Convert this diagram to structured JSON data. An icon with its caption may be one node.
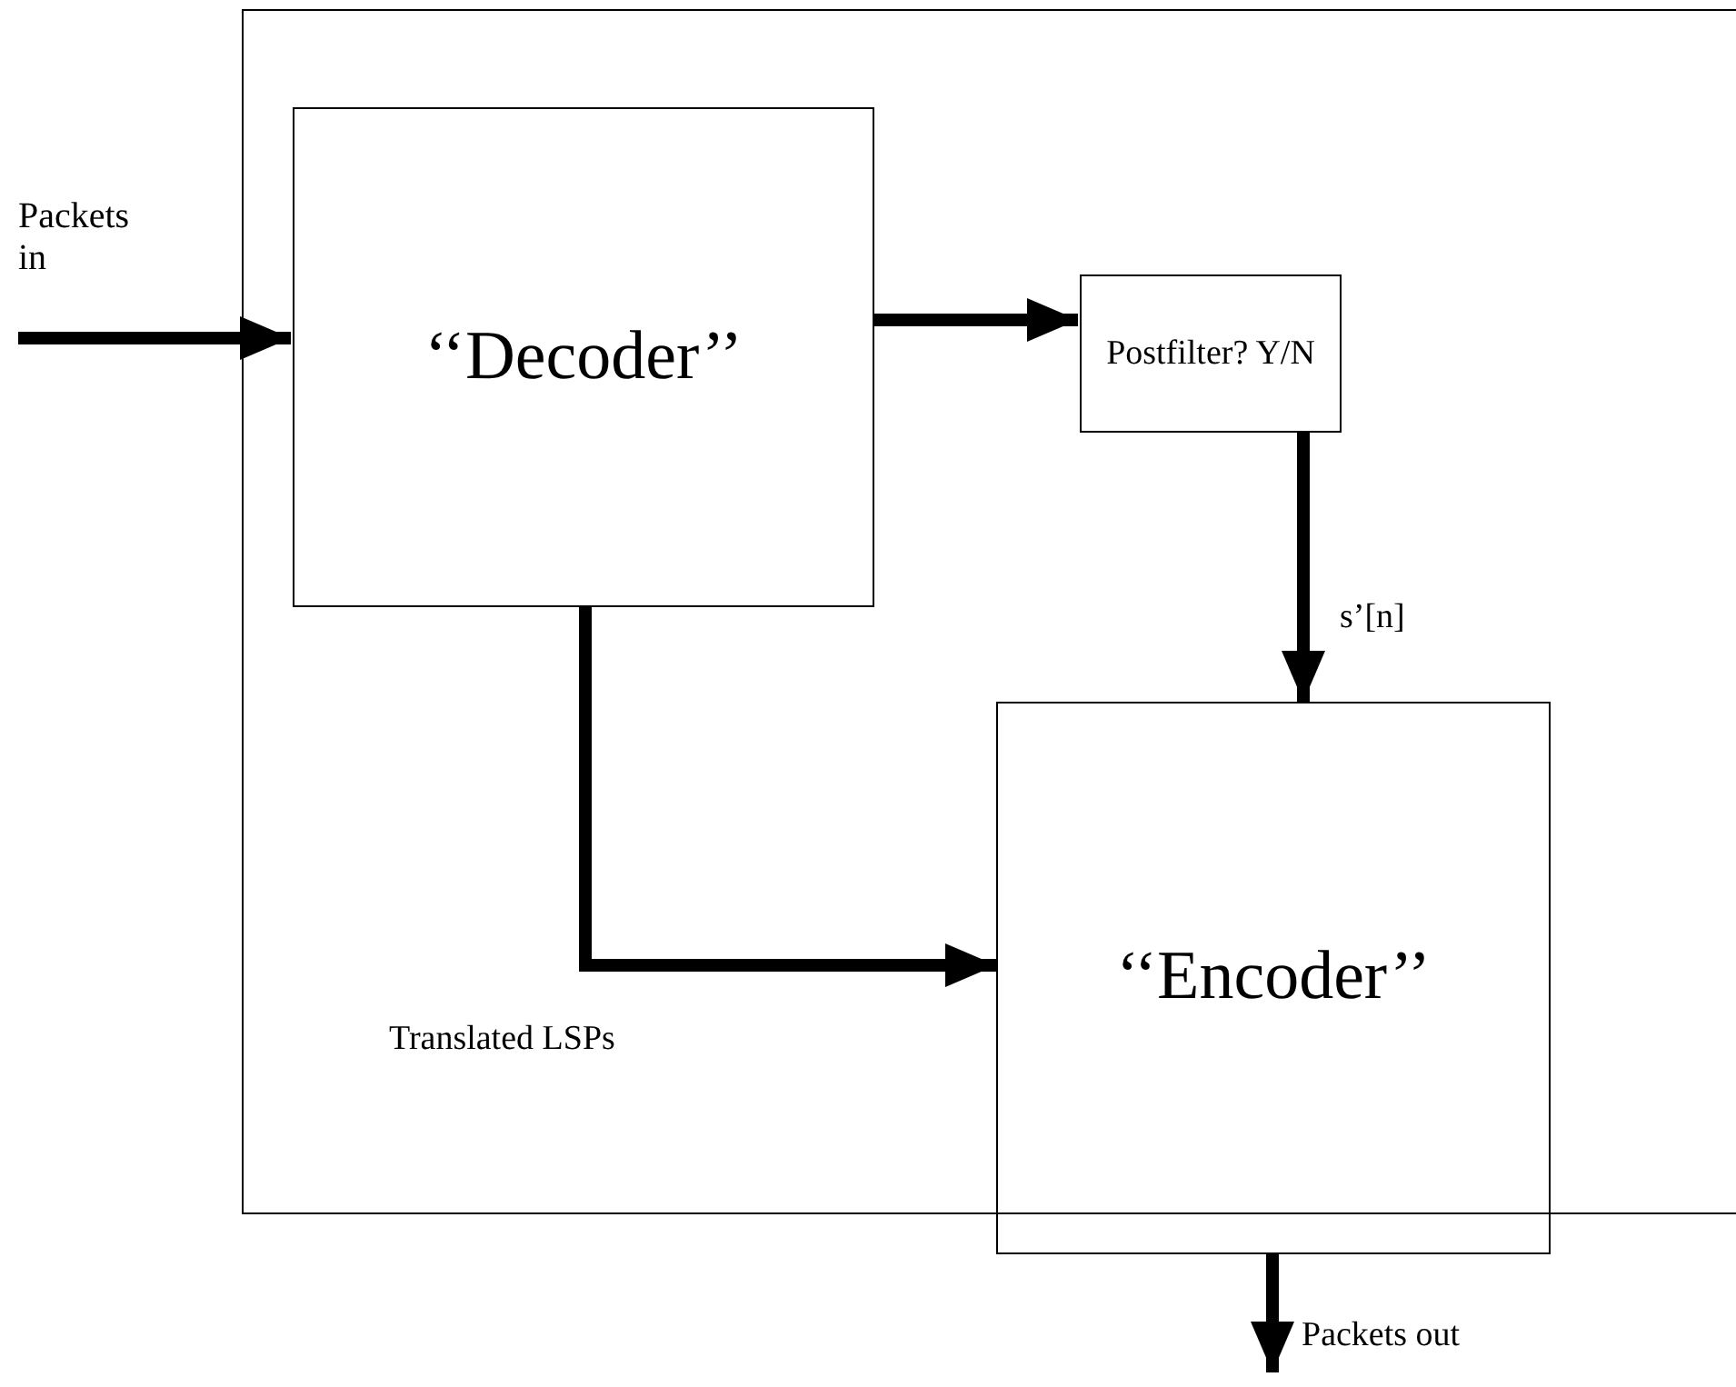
{
  "diagram": {
    "nodes": [
      {
        "text": [],
        "shape": "box"
      },
      {
        "text": [
          "Packets in"
        ]
      },
      {
        "text": [
          "‘‘Decoder’’"
        ],
        "in": 0
      },
      {
        "text": [
          "Postfilter? Y/N"
        ],
        "in": 0
      },
      {
        "text": [
          "‘‘Encoder’’"
        ]
      },
      {
        "text": [
          "Packets out"
        ]
      }
    ],
    "edges": [
      {
        "from": 1,
        "to": 2,
        "arrow": "to"
      },
      {
        "from": 2,
        "to": 3,
        "arrow": "to"
      },
      {
        "from": 3,
        "to": 4,
        "arrow": "to",
        "label": "s’[n]"
      },
      {
        "from": 2,
        "to": 4,
        "arrow": "to",
        "label": "Translated LSPs"
      },
      {
        "from": 4,
        "to": 5,
        "arrow": "to"
      }
    ]
  }
}
